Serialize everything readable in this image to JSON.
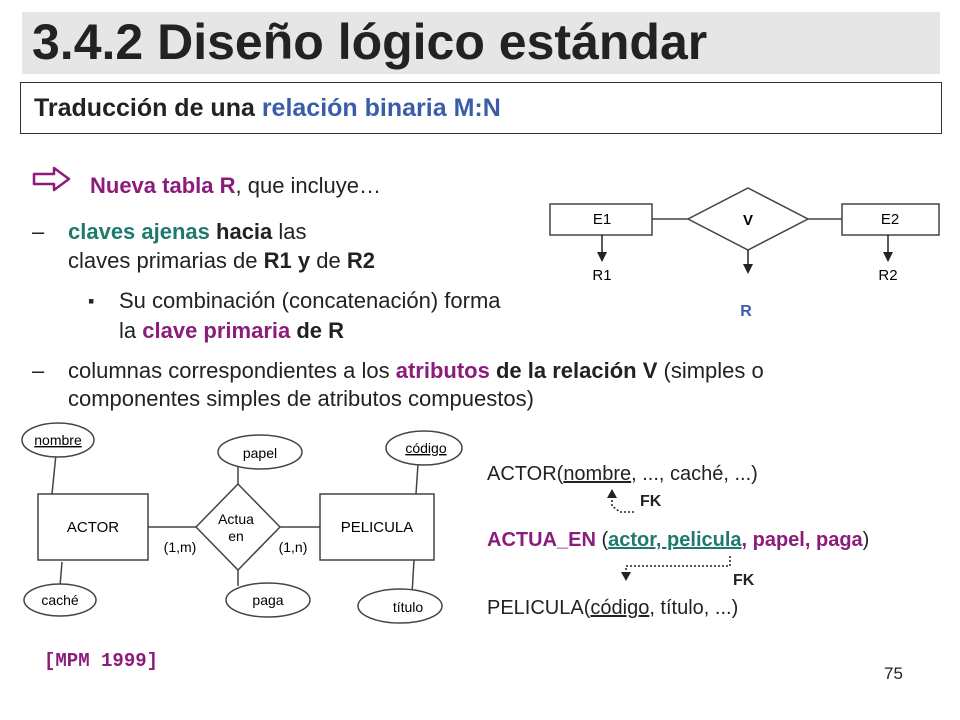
{
  "title": "3.4.2 Diseño lógico estándar",
  "subtitle": {
    "prefix": "Traducción de una ",
    "highlight": "relación binaria M:N"
  },
  "bullet1": {
    "strong": "Nueva tabla R",
    "rest": ", que incluye…"
  },
  "item1": {
    "dash": "–",
    "p1": "claves ajenas",
    "p2": " hacia",
    "p3": " las",
    "line2a": "claves primarias de ",
    "line2b": "R1",
    "line2c": " y",
    "line2d": " de ",
    "line2e": "R2"
  },
  "sub1": {
    "bullet": "▪",
    "line1": "Su combinación (concatenación) forma",
    "line2a": "la ",
    "line2b": "clave primaria",
    "line2c": " de R"
  },
  "item2": {
    "dash": "–",
    "p1": "columnas correspondientes a los ",
    "p2": "atributos",
    "p3": " de la relación V",
    "p4": " (simples o",
    "line2": "componentes simples de atributos compuestos)"
  },
  "small_diagram": {
    "e1": "E1",
    "v": "V",
    "e2": "E2",
    "r1": "R1",
    "r2": "R2",
    "r": "R"
  },
  "er": {
    "actor": "ACTOR",
    "relation_l1": "Actua",
    "relation_l2": "en",
    "pelicula": "PELICULA",
    "nombre": "nombre",
    "cache": "caché",
    "papel": "papel",
    "paga": "paga",
    "codigo": "código",
    "titulo": "título",
    "card_left": "(1,m)",
    "card_right": "(1,n)"
  },
  "tables": {
    "actor_pre": "ACTOR(",
    "actor_key": "nombre",
    "actor_post": ", ..., caché, ...)",
    "fk1": "FK",
    "actua_name": "ACTUA_EN",
    "actua_open": " (",
    "actua_key": "actor, pelicula",
    "actua_rest": ", papel, paga",
    "actua_close": ")",
    "fk2": "FK",
    "pel_pre": "PELICULA(",
    "pel_key": "código",
    "pel_post": ", título, ...)"
  },
  "citation": "[MPM 1999]",
  "page_number": "75"
}
